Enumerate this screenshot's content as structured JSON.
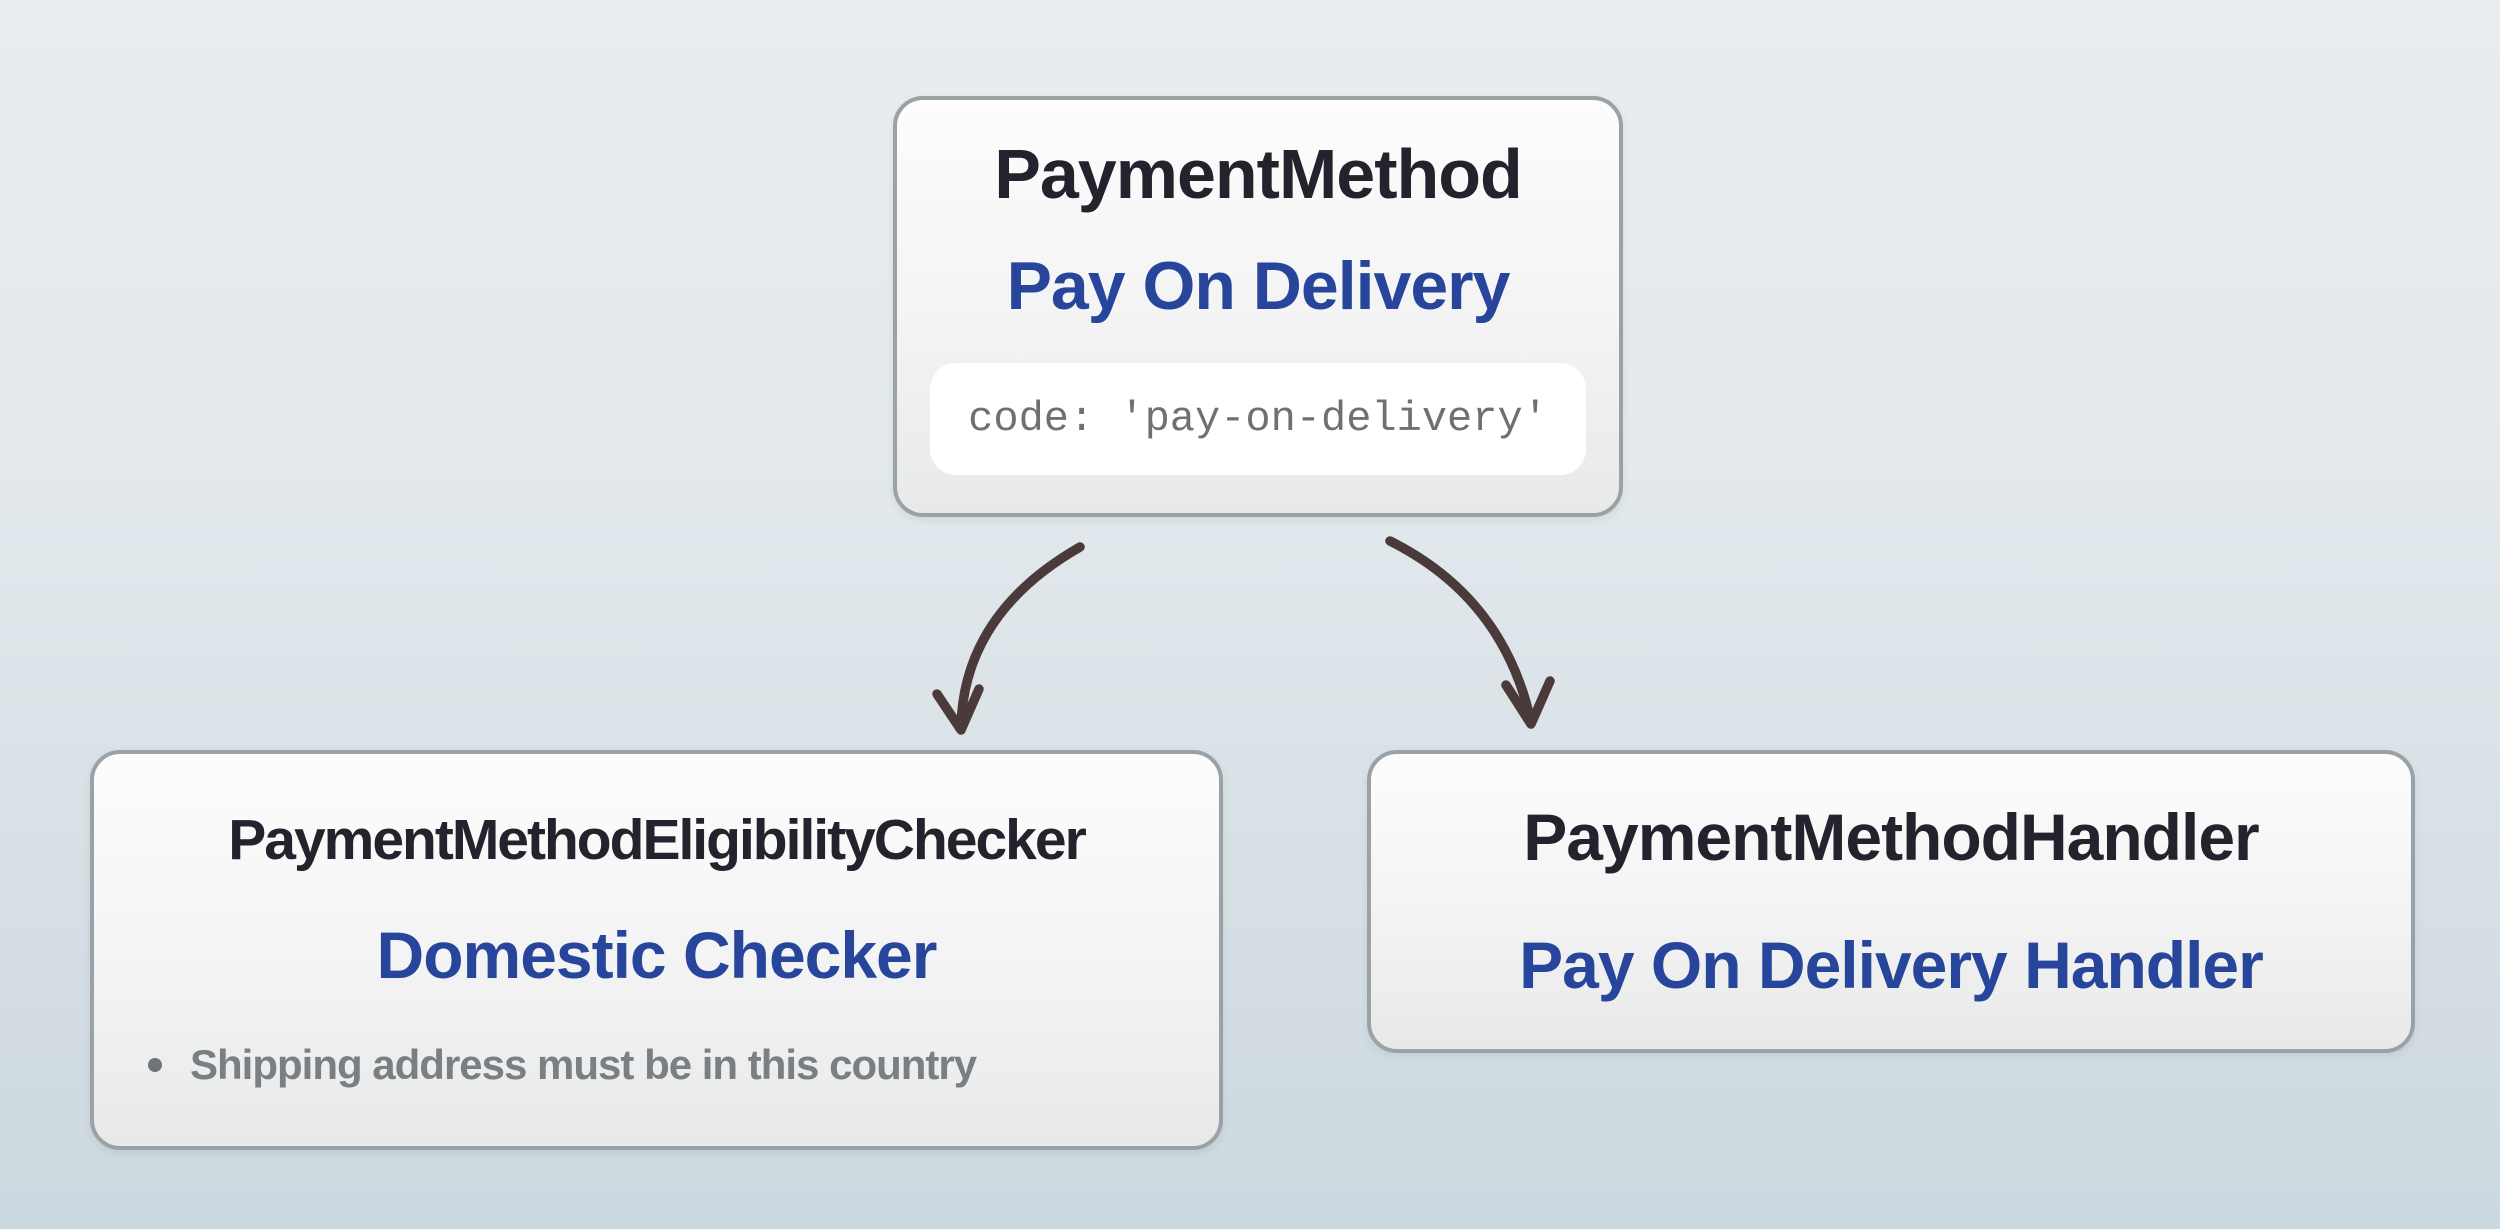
{
  "diagram": {
    "nodes": [
      {
        "id": "payment-method",
        "title": "PaymentMethod",
        "subtitle": "Pay On Delivery",
        "code": "code: 'pay-on-delivery'"
      },
      {
        "id": "eligibility-checker",
        "title": "PaymentMethodEligibilityChecker",
        "subtitle": "Domestic Checker",
        "bullets": [
          "Shipping address must be in this country"
        ]
      },
      {
        "id": "handler",
        "title": "PaymentMethodHandler",
        "subtitle": "Pay On Delivery Handler"
      }
    ],
    "edges": [
      {
        "from": "payment-method",
        "to": "eligibility-checker"
      },
      {
        "from": "payment-method",
        "to": "handler"
      }
    ]
  },
  "colors": {
    "background_top": "#e9edf0",
    "background_bottom": "#ccd8df",
    "node_border": "#9aa2a6",
    "node_fill_top": "#fdfdfd",
    "node_fill_bottom": "#e8e9e9",
    "title_text": "#22232d",
    "accent_blue": "#27459a",
    "code_pill_bg": "#ffffff",
    "code_text": "#6d7173",
    "bullet_text": "#797f82",
    "arrow": "#4a3b3a"
  }
}
